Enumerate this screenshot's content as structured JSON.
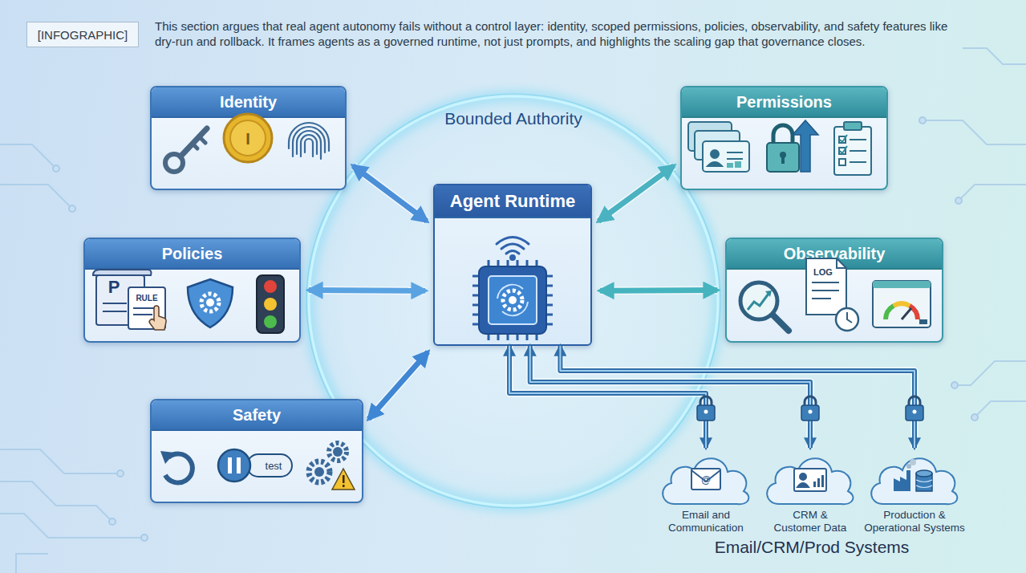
{
  "diagram": {
    "caption": "This section argues that real agent autonomy fails without a control layer: identity, scoped permissions, policies, observability, and safety features like dry-run and rollback. It frames agents as a governed runtime, not just prompts, and highlights the scaling gap that governance closes.",
    "nodes": [
      {
        "text": [
          "Identity"
        ]
      },
      {
        "text": [
          "Permissions"
        ]
      },
      {
        "text": [
          "Policies"
        ]
      },
      {
        "text": [
          "Agent Runtime"
        ]
      },
      {
        "text": [
          "Observability"
        ]
      },
      {
        "text": [
          "Safety"
        ]
      },
      {
        "text": [
          "Email and Communication"
        ]
      },
      {
        "text": [
          "CRM & Customer Data"
        ]
      },
      {
        "text": [
          "Production & Operational Systems"
        ]
      }
    ],
    "edges": [
      {
        "from": 0,
        "to": 3,
        "arrow": "both"
      },
      {
        "from": 1,
        "to": 3,
        "arrow": "both"
      },
      {
        "from": 2,
        "to": 3,
        "arrow": "both"
      },
      {
        "from": 4,
        "to": 3,
        "arrow": "both"
      },
      {
        "from": 5,
        "to": 3,
        "arrow": "both"
      },
      {
        "from": 3,
        "to": 6,
        "arrow": "both"
      },
      {
        "from": 3,
        "to": 7,
        "arrow": "both"
      },
      {
        "from": 3,
        "to": 8,
        "arrow": "both"
      }
    ],
    "labels": [
      "[INFOGRAPHIC]",
      "Bounded Authority",
      "I",
      "P",
      "RULE",
      "LOG",
      "test",
      "@",
      "Email/CRM/Prod Systems"
    ]
  }
}
